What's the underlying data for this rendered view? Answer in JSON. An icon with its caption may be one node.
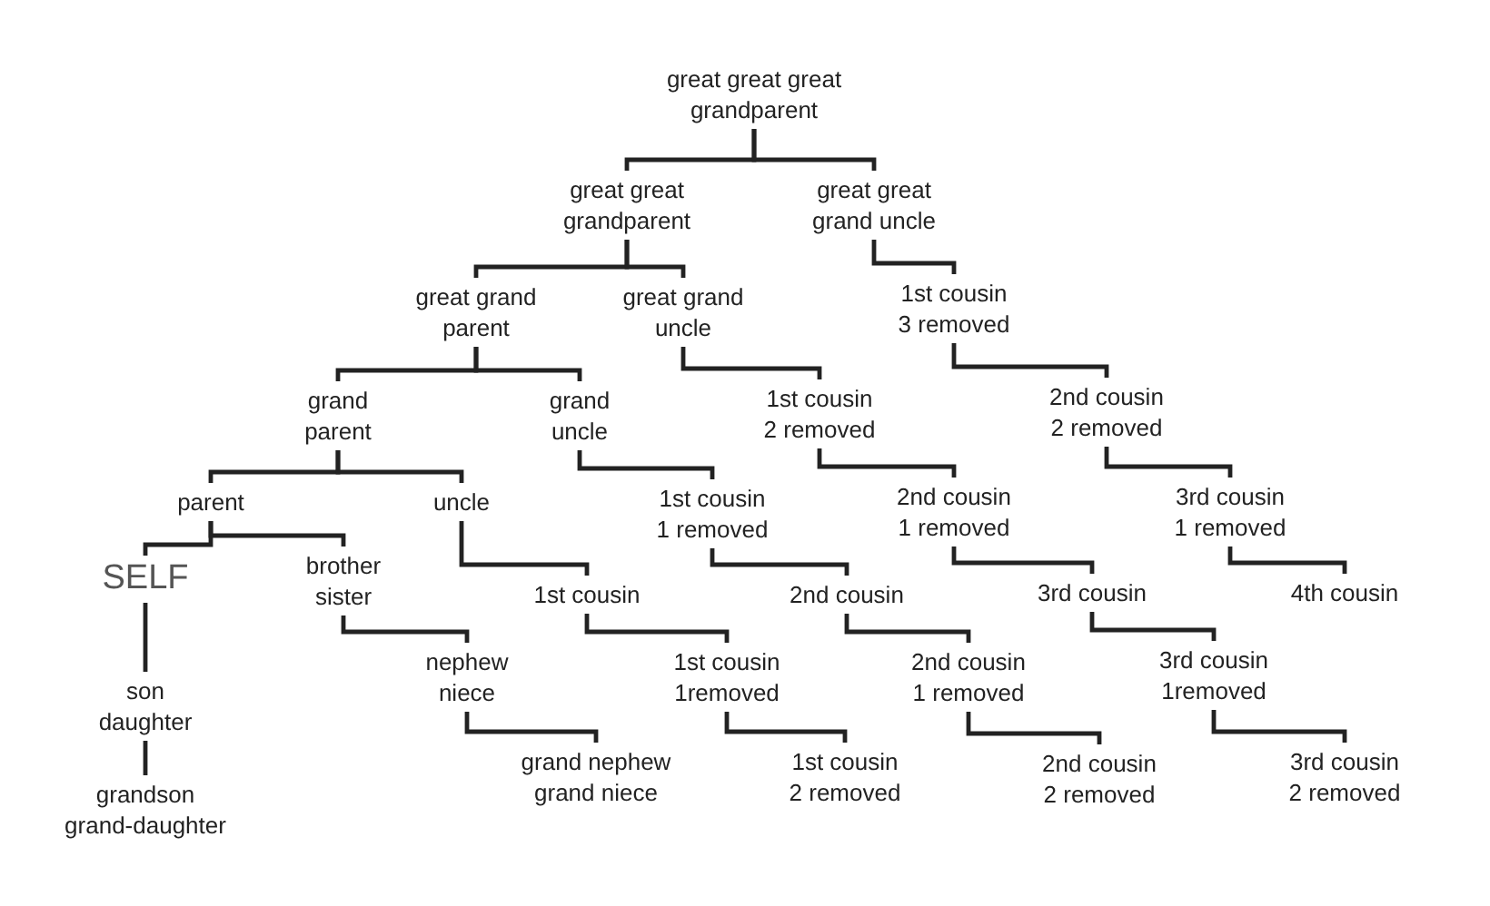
{
  "diagram": {
    "nodes": [
      {
        "text": [
          "great great great grandparent"
        ]
      },
      {
        "text": [
          "great great grandparent"
        ]
      },
      {
        "text": [
          "great great grand uncle"
        ]
      },
      {
        "text": [
          "great grand parent"
        ]
      },
      {
        "text": [
          "great grand uncle"
        ]
      },
      {
        "text": [
          "1st cousin 3 removed"
        ]
      },
      {
        "text": [
          "grand parent"
        ]
      },
      {
        "text": [
          "grand uncle"
        ]
      },
      {
        "text": [
          "1st cousin 2 removed"
        ]
      },
      {
        "text": [
          "2nd cousin 2 removed"
        ]
      },
      {
        "text": [
          "parent"
        ]
      },
      {
        "text": [
          "uncle"
        ]
      },
      {
        "text": [
          "1st cousin 1 removed"
        ]
      },
      {
        "text": [
          "2nd cousin 1 removed"
        ]
      },
      {
        "text": [
          "3rd cousin 1 removed"
        ]
      },
      {
        "text": [
          "SELF"
        ]
      },
      {
        "text": [
          "brother sister"
        ]
      },
      {
        "text": [
          "1st cousin"
        ]
      },
      {
        "text": [
          "2nd cousin"
        ]
      },
      {
        "text": [
          "3rd cousin"
        ]
      },
      {
        "text": [
          "4th cousin"
        ]
      },
      {
        "text": [
          "son daughter"
        ]
      },
      {
        "text": [
          "nephew niece"
        ]
      },
      {
        "text": [
          "1st cousin 1removed"
        ]
      },
      {
        "text": [
          "2nd cousin 1 removed"
        ]
      },
      {
        "text": [
          "3rd cousin 1removed"
        ]
      },
      {
        "text": [
          "grandson grand-daughter"
        ]
      },
      {
        "text": [
          "grand nephew grand niece"
        ]
      },
      {
        "text": [
          "1st cousin 2 removed"
        ]
      },
      {
        "text": [
          "2nd cousin 2 removed"
        ]
      },
      {
        "text": [
          "3rd cousin 2 removed"
        ]
      }
    ],
    "edges": [
      {
        "from": 0,
        "to": 1,
        "arrow": "none"
      },
      {
        "from": 0,
        "to": 2,
        "arrow": "none"
      },
      {
        "from": 1,
        "to": 3,
        "arrow": "none"
      },
      {
        "from": 1,
        "to": 4,
        "arrow": "none"
      },
      {
        "from": 2,
        "to": 5,
        "arrow": "none"
      },
      {
        "from": 3,
        "to": 6,
        "arrow": "none"
      },
      {
        "from": 3,
        "to": 7,
        "arrow": "none"
      },
      {
        "from": 4,
        "to": 8,
        "arrow": "none"
      },
      {
        "from": 5,
        "to": 9,
        "arrow": "none"
      },
      {
        "from": 6,
        "to": 10,
        "arrow": "none"
      },
      {
        "from": 6,
        "to": 11,
        "arrow": "none"
      },
      {
        "from": 7,
        "to": 12,
        "arrow": "none"
      },
      {
        "from": 8,
        "to": 13,
        "arrow": "none"
      },
      {
        "from": 9,
        "to": 14,
        "arrow": "none"
      },
      {
        "from": 10,
        "to": 15,
        "arrow": "none"
      },
      {
        "from": 10,
        "to": 16,
        "arrow": "none"
      },
      {
        "from": 11,
        "to": 17,
        "arrow": "none"
      },
      {
        "from": 12,
        "to": 18,
        "arrow": "none"
      },
      {
        "from": 13,
        "to": 19,
        "arrow": "none"
      },
      {
        "from": 14,
        "to": 20,
        "arrow": "none"
      },
      {
        "from": 15,
        "to": 21,
        "arrow": "none"
      },
      {
        "from": 16,
        "to": 22,
        "arrow": "none"
      },
      {
        "from": 17,
        "to": 23,
        "arrow": "none"
      },
      {
        "from": 18,
        "to": 24,
        "arrow": "none"
      },
      {
        "from": 19,
        "to": 25,
        "arrow": "none"
      },
      {
        "from": 21,
        "to": 26,
        "arrow": "none"
      },
      {
        "from": 22,
        "to": 27,
        "arrow": "none"
      },
      {
        "from": 23,
        "to": 28,
        "arrow": "none"
      },
      {
        "from": 24,
        "to": 29,
        "arrow": "none"
      },
      {
        "from": 25,
        "to": 30,
        "arrow": "none"
      }
    ]
  }
}
